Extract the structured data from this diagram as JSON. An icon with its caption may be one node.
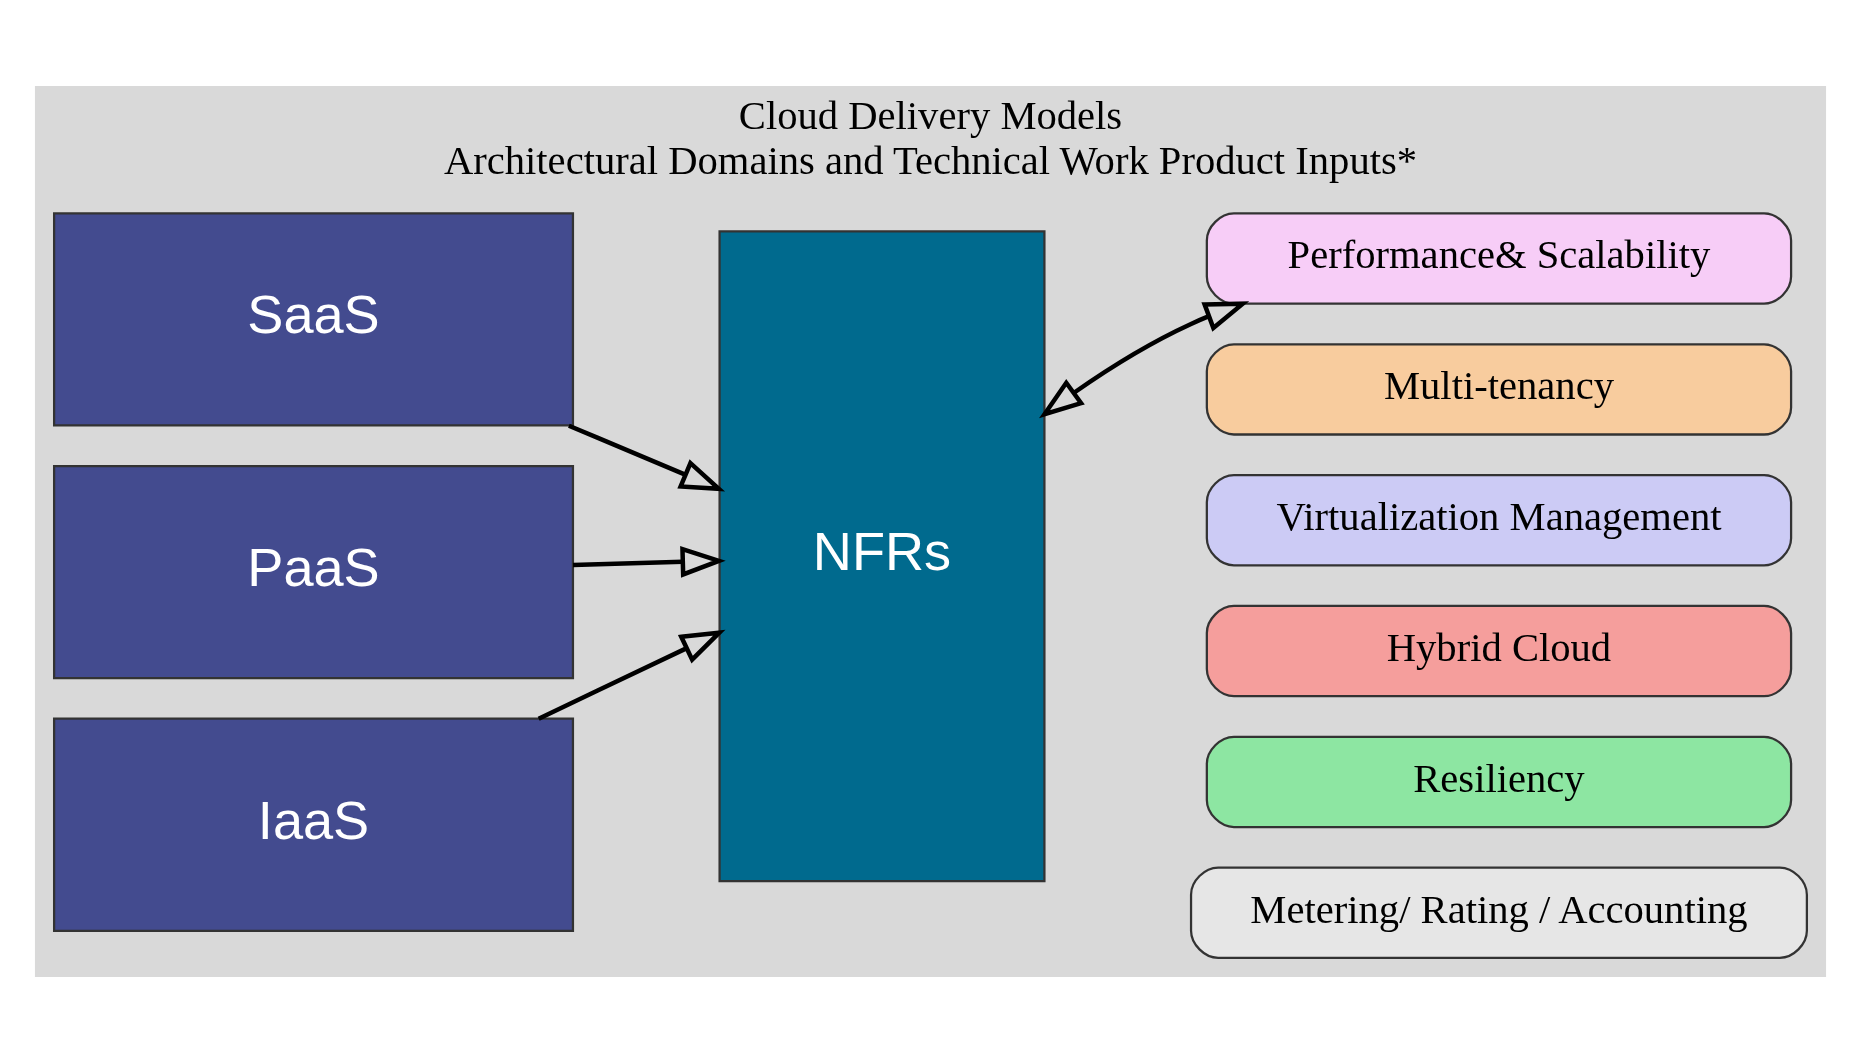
{
  "diagram": {
    "nodes": [
      {
        "text": [
          "Cloud Delivery Models",
          "Architectural Domains and Technical Work Product Inputs*"
        ]
      },
      {
        "text": [
          "SaaS"
        ],
        "in": 0
      },
      {
        "text": [
          "PaaS"
        ],
        "in": 0
      },
      {
        "text": [
          "IaaS"
        ],
        "in": 0
      },
      {
        "text": [
          "NFRs"
        ],
        "in": 0
      },
      {
        "text": [
          "Performance& Scalability"
        ],
        "in": 0
      },
      {
        "text": [
          "Multi-tenancy"
        ],
        "in": 0
      },
      {
        "text": [
          "Virtualization Management"
        ],
        "in": 0
      },
      {
        "text": [
          "Hybrid Cloud"
        ],
        "in": 0
      },
      {
        "text": [
          "Resiliency"
        ],
        "in": 0
      },
      {
        "text": [
          "Metering/ Rating / Accounting"
        ],
        "in": 0
      }
    ],
    "edges": [
      {
        "from": 1,
        "to": 4,
        "arrow": "to"
      },
      {
        "from": 2,
        "to": 4,
        "arrow": "to"
      },
      {
        "from": 3,
        "to": 4,
        "arrow": "to"
      },
      {
        "from": 4,
        "to": 5,
        "arrow": "both"
      }
    ]
  }
}
